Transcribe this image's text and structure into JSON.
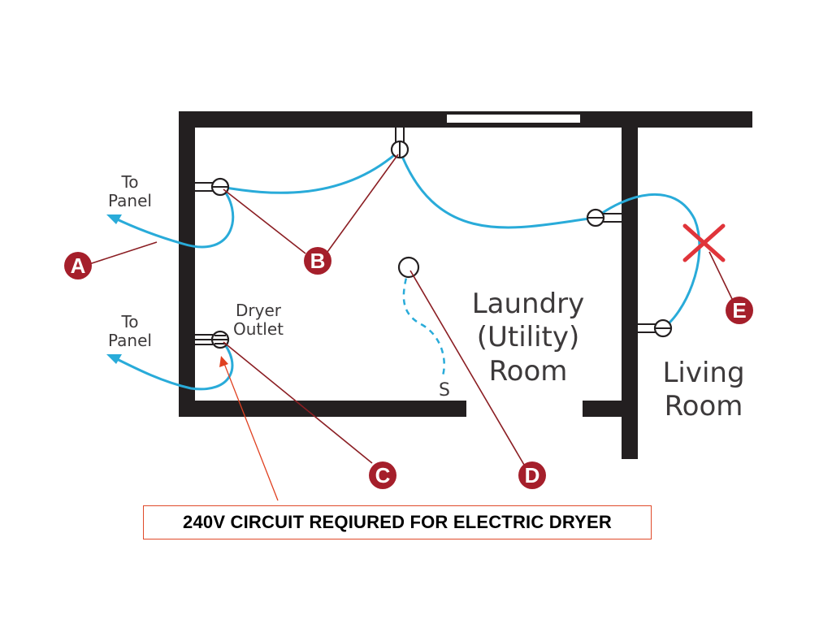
{
  "labels": {
    "to_panel_top_line1": "To",
    "to_panel_top_line2": "Panel",
    "to_panel_bottom_line1": "To",
    "to_panel_bottom_line2": "Panel",
    "dryer_outlet_line1": "Dryer",
    "dryer_outlet_line2": "Outlet",
    "switch": "S",
    "laundry_line1": "Laundry",
    "laundry_line2": "(Utility)",
    "laundry_line3": "Room",
    "living_line1": "Living",
    "living_line2": "Room"
  },
  "markers": {
    "a": "A",
    "b": "B",
    "c": "C",
    "d": "D",
    "e": "E"
  },
  "caption": "240V CIRCUIT REQIURED FOR ELECTRIC DRYER",
  "colors": {
    "wall": "#231f20",
    "wire": "#29abd9",
    "marker": "#a51f2b",
    "x_mark": "#e0343a",
    "caption_border": "#e04a2a"
  }
}
